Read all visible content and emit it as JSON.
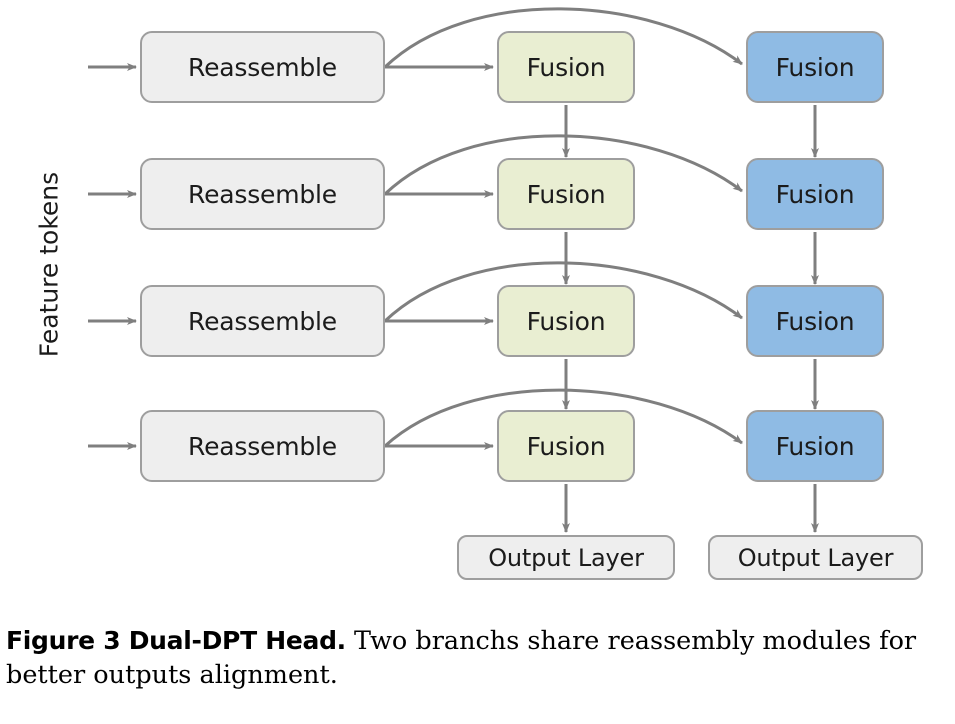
{
  "figure": {
    "axis_label": "Feature tokens",
    "caption": {
      "bold_prefix": "Figure 3  Dual-DPT Head.",
      "body": " Two branchs share reassembly modules for better outputs alignment."
    }
  },
  "colors": {
    "reassemble_fill": "#eeeeee",
    "fusion_green_fill": "#e9eed2",
    "fusion_blue_fill": "#8fbbe4",
    "node_border": "#9e9e9e",
    "arrow": "#7f7f7f",
    "text": "#1b1b1b",
    "background": "#ffffff"
  },
  "nodes": {
    "reassemble": [
      {
        "label": "Reassemble",
        "row": 1
      },
      {
        "label": "Reassemble",
        "row": 2
      },
      {
        "label": "Reassemble",
        "row": 3
      },
      {
        "label": "Reassemble",
        "row": 4
      }
    ],
    "fusion_green": [
      {
        "label": "Fusion",
        "row": 1
      },
      {
        "label": "Fusion",
        "row": 2
      },
      {
        "label": "Fusion",
        "row": 3
      },
      {
        "label": "Fusion",
        "row": 4
      }
    ],
    "fusion_blue": [
      {
        "label": "Fusion",
        "row": 1
      },
      {
        "label": "Fusion",
        "row": 2
      },
      {
        "label": "Fusion",
        "row": 3
      },
      {
        "label": "Fusion",
        "row": 4
      }
    ],
    "output": [
      {
        "label": "Output Layer",
        "branch": "green"
      },
      {
        "label": "Output Layer",
        "branch": "blue"
      }
    ]
  },
  "edges": {
    "input_arrows": 4,
    "reassemble_to_green": 4,
    "reassemble_to_blue_curved": 4,
    "green_chain_down": 3,
    "blue_chain_down": 3,
    "green_to_output": 1,
    "blue_to_output": 1
  }
}
